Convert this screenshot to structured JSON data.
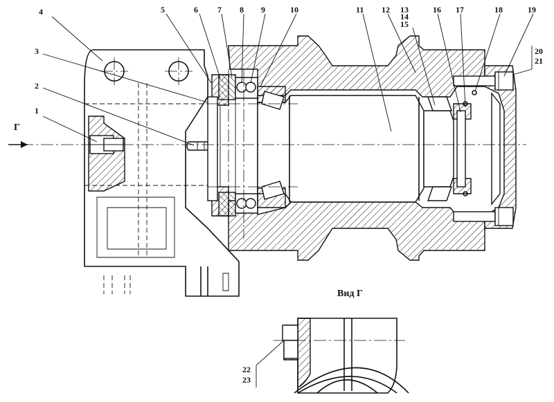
{
  "callouts": {
    "c1": "1",
    "c2": "2",
    "c3": "3",
    "c4": "4",
    "c5": "5",
    "c6": "6",
    "c7": "7",
    "c8": "8",
    "c9": "9",
    "c10": "10",
    "c11": "11",
    "c12": "12",
    "c13": "13",
    "c14": "14",
    "c15": "15",
    "c16": "16",
    "c17": "17",
    "c18": "18",
    "c19": "19",
    "c20": "20",
    "c21": "21",
    "c22": "22",
    "c23": "23"
  },
  "view_marker": "Г",
  "view_title": "Вид Г"
}
